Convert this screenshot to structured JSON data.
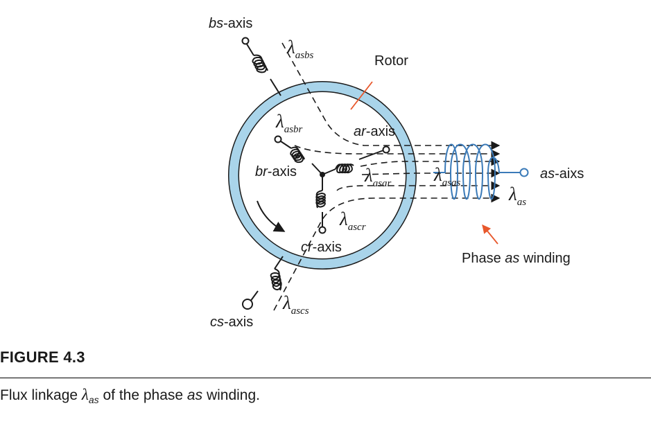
{
  "diagram": {
    "axes": {
      "bs": {
        "italic": "bs",
        "suffix": "-axis"
      },
      "cs": {
        "italic": "cs",
        "suffix": "-axis"
      },
      "ar": {
        "italic": "ar",
        "suffix": "-axis"
      },
      "br": {
        "italic": "br",
        "suffix": "-axis"
      },
      "cr": {
        "italic": "cr",
        "suffix": "-axis"
      },
      "as": {
        "italic": "as",
        "suffix": "-aixs"
      }
    },
    "rotor_label": "Rotor",
    "winding_label": {
      "prefix": "Phase ",
      "italic": "as",
      "suffix": " winding"
    },
    "symbol": "λ",
    "flux_linkages": {
      "asbs": "asbs",
      "asbr": "asbr",
      "asar": "asar",
      "asas": "asas",
      "ascr": "ascr",
      "ascs": "ascs",
      "as": "as"
    },
    "colors": {
      "rotor_ring": "#a9d4ea",
      "winding": "#3a7ab8",
      "pointer": "#e8582c",
      "ink": "#1a1a1a"
    }
  },
  "figure": {
    "title": "FIGURE 4.3",
    "caption": {
      "text1": "Flux linkage ",
      "sym": "λ",
      "sub": "as",
      "text2": " of the phase ",
      "ital": "as",
      "text3": " winding."
    }
  }
}
